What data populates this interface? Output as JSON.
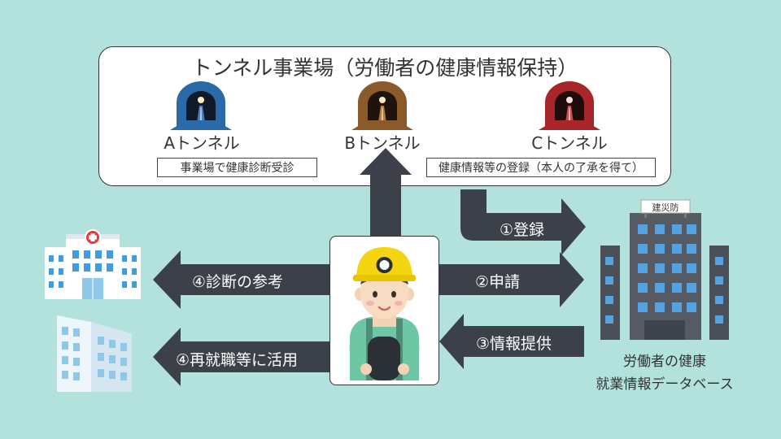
{
  "title": "トンネル事業場（労働者の健康情報保持）",
  "tunnels": [
    {
      "label": "Aトンネル",
      "color": "#2a6aa8"
    },
    {
      "label": "Bトンネル",
      "color": "#8a5a2b"
    },
    {
      "label": "Cトンネル",
      "color": "#a8262a"
    }
  ],
  "notes": {
    "left": "事業場で健康診断受診",
    "right": "健康情報等の登録（本人の了承を得て）"
  },
  "arrows": {
    "register": "①登録",
    "apply": "②申請",
    "provide": "③情報提供",
    "diagnosis": "④診断の参考",
    "reemploy": "④再就職等に活用"
  },
  "building_sign": "建災防",
  "database": {
    "line1": "労働者の健康",
    "line2": "就業情報データベース"
  },
  "colors": {
    "background": "#b3e2dc",
    "arrow": "#3b4049",
    "helmet": "#f5d50f",
    "shirt": "#6cc7a2"
  }
}
